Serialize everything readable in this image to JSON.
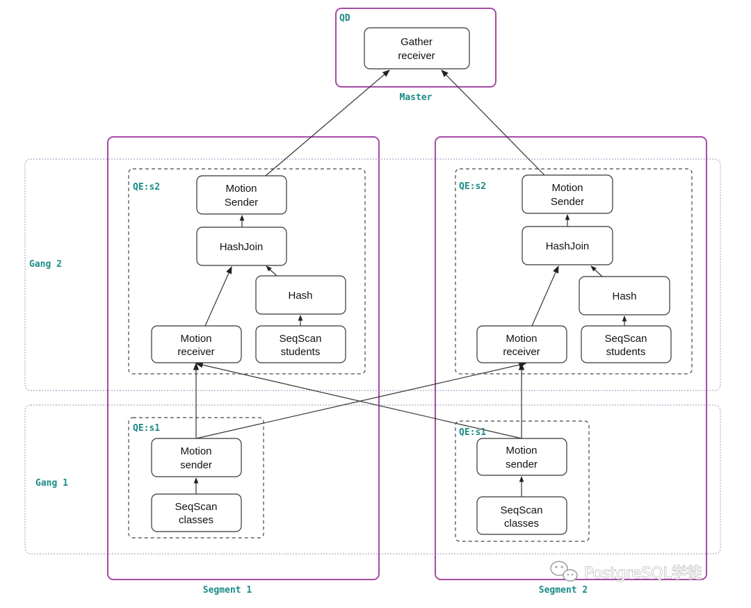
{
  "regions": {
    "qd_label": "QD",
    "master_label": "Master",
    "gang2_label": "Gang 2",
    "gang1_label": "Gang 1",
    "segment1_label": "Segment 1",
    "segment2_label": "Segment 2"
  },
  "qe_labels": {
    "s2_left": "QE:s2",
    "s2_right": "QE:s2",
    "s1_left": "QE:s1",
    "s1_right": "QE:s1"
  },
  "nodes": {
    "gather": [
      "Gather",
      "receiver"
    ],
    "seg1": {
      "motion_sender_top": [
        "Motion",
        "Sender"
      ],
      "hashjoin": [
        "HashJoin"
      ],
      "hash": [
        "Hash"
      ],
      "motion_receiver": [
        "Motion",
        "receiver"
      ],
      "seqscan_students": [
        "SeqScan",
        "students"
      ],
      "motion_sender_bottom": [
        "Motion",
        "sender"
      ],
      "seqscan_classes": [
        "SeqScan",
        "classes"
      ]
    },
    "seg2": {
      "motion_sender_top": [
        "Motion",
        "Sender"
      ],
      "hashjoin": [
        "HashJoin"
      ],
      "hash": [
        "Hash"
      ],
      "motion_receiver": [
        "Motion",
        "receiver"
      ],
      "seqscan_students": [
        "SeqScan",
        "students"
      ],
      "motion_sender_bottom": [
        "Motion",
        "sender"
      ],
      "seqscan_classes": [
        "SeqScan",
        "classes"
      ]
    }
  },
  "watermark": {
    "text": "PostgreSQL学徒",
    "icon": "wechat-icon"
  },
  "colors": {
    "purple": "#a54aa3",
    "teal": "#1a8b86",
    "gang_border": "#8a9ab8"
  }
}
